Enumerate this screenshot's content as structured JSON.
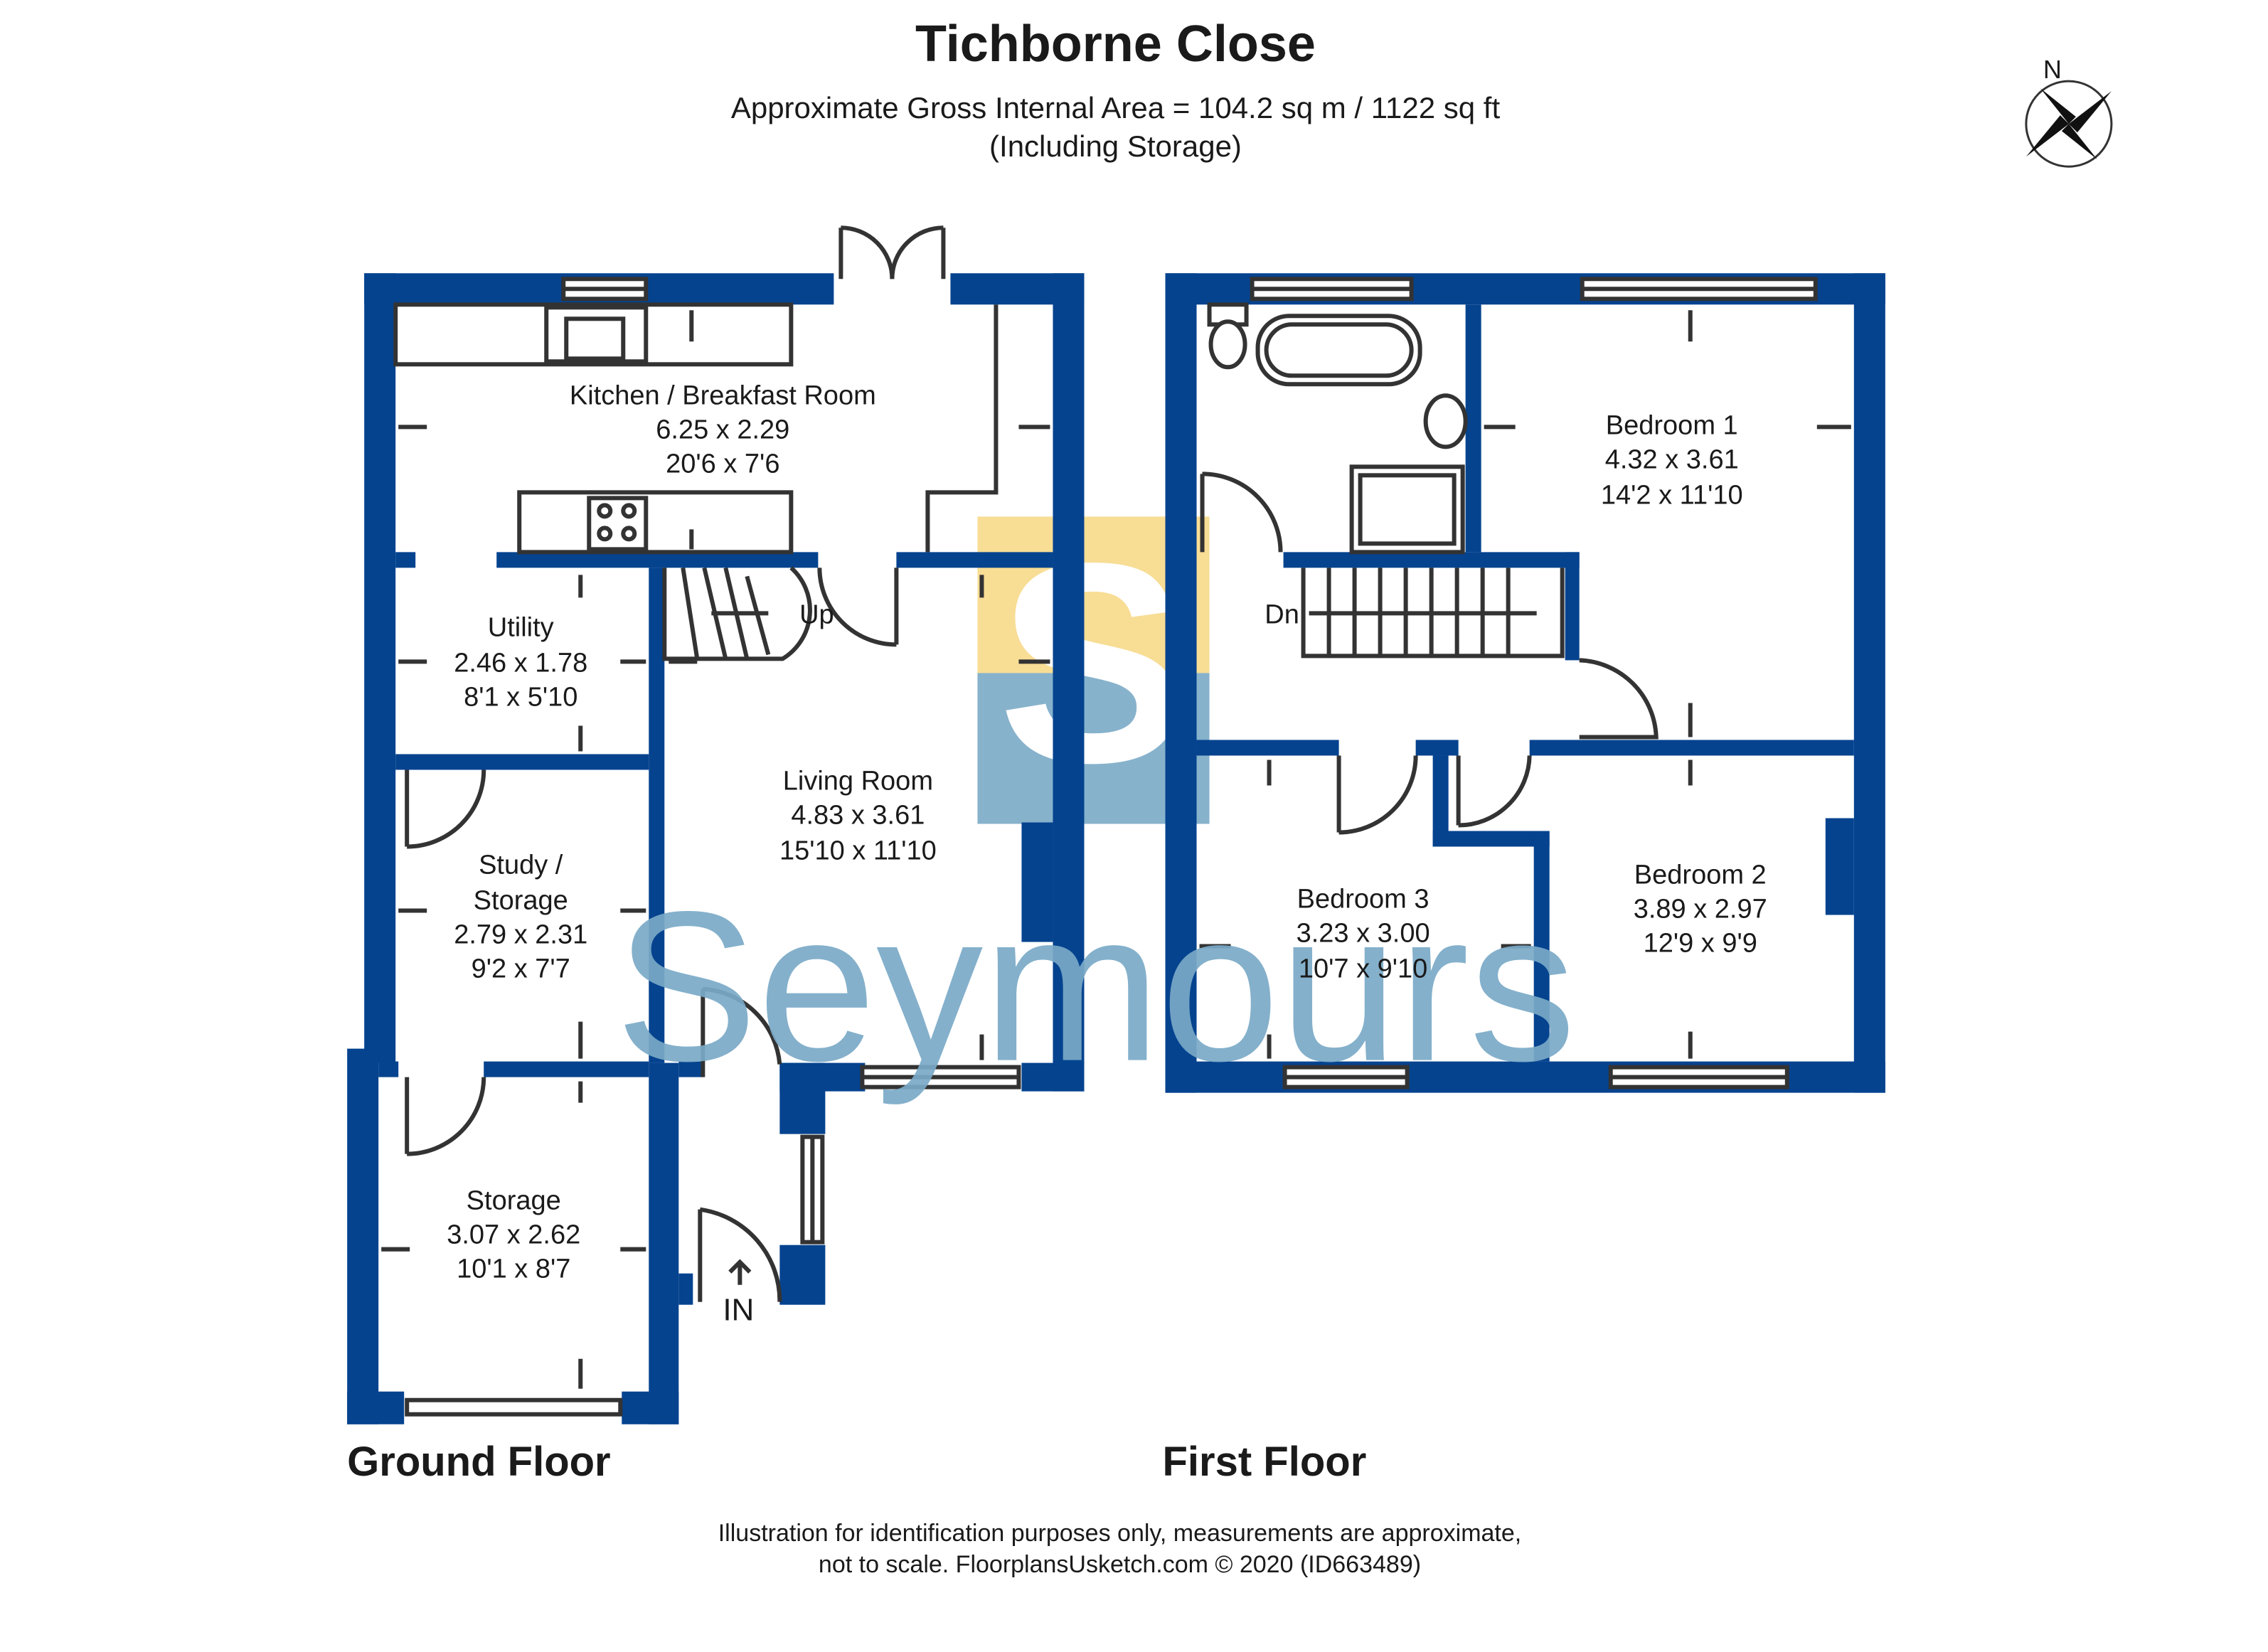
{
  "header": {
    "title": "Tichborne Close",
    "area": "Approximate Gross Internal Area = 104.2 sq m / 1122 sq ft",
    "area_note": "(Including Storage)"
  },
  "compass": {
    "label": "N"
  },
  "watermark": {
    "text": "Seymours",
    "logo_letter": "S"
  },
  "ground_floor": {
    "label": "Ground Floor",
    "rooms": [
      {
        "name": "Kitchen / Breakfast Room",
        "metric": "6.25 x 2.29",
        "imperial": "20'6 x 7'6"
      },
      {
        "name": "Utility",
        "metric": "2.46 x 1.78",
        "imperial": "8'1 x 5'10"
      },
      {
        "name": "Living Room",
        "metric": "4.83 x 3.61",
        "imperial": "15'10 x 11'10"
      },
      {
        "name": "Study /",
        "name2": "Storage",
        "metric": "2.79 x 2.31",
        "imperial": "9'2 x 7'7"
      },
      {
        "name": "Storage",
        "metric": "3.07 x 2.62",
        "imperial": "10'1 x 8'7"
      }
    ],
    "stairs_label": "Up",
    "entrance_label": "IN"
  },
  "first_floor": {
    "label": "First Floor",
    "rooms": [
      {
        "name": "Bedroom 1",
        "metric": "4.32 x 3.61",
        "imperial": "14'2 x 11'10"
      },
      {
        "name": "Bedroom 2",
        "metric": "3.89 x 2.97",
        "imperial": "12'9 x 9'9"
      },
      {
        "name": "Bedroom 3",
        "metric": "3.23 x 3.00",
        "imperial": "10'7 x 9'10"
      }
    ],
    "stairs_label": "Dn"
  },
  "footer": {
    "line1": "Illustration for identification purposes only, measurements are approximate,",
    "line2": "not to scale. FloorplansUsketch.com © 2020 (ID663489)"
  },
  "colors": {
    "wall": "#05438f",
    "watermark_blue": "#7aaac7",
    "watermark_yellow": "#f7d98a"
  }
}
